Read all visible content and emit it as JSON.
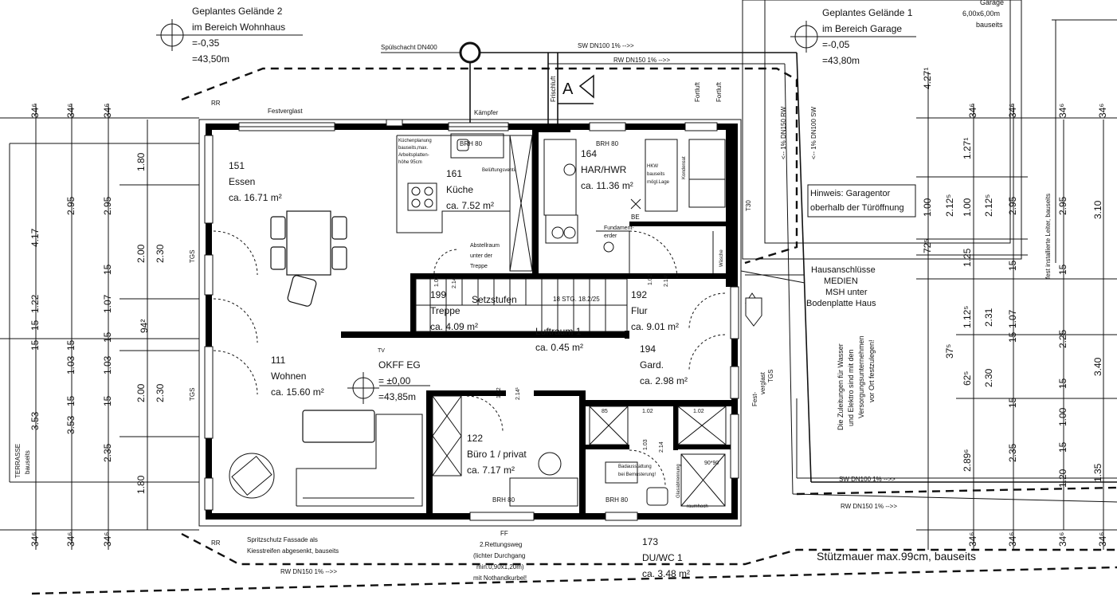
{
  "levels": {
    "wohnhaus": {
      "title": "Geplantes Gelände 2",
      "subtitle": "im Bereich Wohnhaus",
      "rel": "=-0,35",
      "abs": "=43,50m"
    },
    "garage": {
      "title": "Geplantes Gelände 1",
      "subtitle": "im Bereich Garage",
      "rel": "=-0,05",
      "abs": "=43,80m"
    },
    "okff": {
      "title": "OKFF EG",
      "rel": "= ±0,00",
      "abs": "=43,85m"
    }
  },
  "garage_note": [
    "Garage",
    "6,00x6,00m",
    "bauseits"
  ],
  "pipes": {
    "spuelschacht": "Spülschacht DN400",
    "sw_top": "SW DN100 1%  -->>",
    "rw_top": "RW DN150 1%  -->>",
    "rw_vert": "<-- 1% DN150 RW",
    "sw_vert": "<-- 1% DN100 SW",
    "sw_bottom": "SW DN100 1%  -->>",
    "rw_bottom": "RW DN150 1%  -->>",
    "rw_bottom_left": "RW DN150 1%  -->>"
  },
  "rooms": {
    "essen": {
      "num": "151",
      "name": "Essen",
      "area": "ca. 16.71 m²"
    },
    "kueche": {
      "num": "161",
      "name": "Küche",
      "area": "ca. 7.52 m²"
    },
    "har": {
      "num": "164",
      "name": "HAR/HWR",
      "area": "ca. 11.36 m²"
    },
    "treppe": {
      "num": "199",
      "name": "Treppe",
      "area": "ca. 4.09 m²"
    },
    "luftraum": {
      "name": "Luftraum 1",
      "area": "ca. 0.45 m²"
    },
    "flur": {
      "num": "192",
      "name": "Flur",
      "area": "ca. 9.01 m²"
    },
    "gard": {
      "num": "194",
      "name": "Gard.",
      "area": "ca. 2.98 m²"
    },
    "wohnen": {
      "num": "111",
      "name": "Wohnen",
      "area": "ca. 15.60 m²"
    },
    "buero": {
      "num": "122",
      "name": "Büro 1 / privat",
      "area": "ca. 7.17 m²"
    },
    "duwc": {
      "num": "173",
      "name": "DU/WC 1",
      "area": "ca. 3.48 m²"
    }
  },
  "labels": {
    "festverglast_top": "Festverglast",
    "kaempfer": "Kämpfer",
    "rr": "RR",
    "kuechenplanung": [
      "Küchenplanung",
      "bauseits,max.",
      "Arbeitsplatten-",
      "höhe 95cm"
    ],
    "brh_80": "BRH 80",
    "frischluft": "Frischluft",
    "fortluft": "Fortluft",
    "section_a": "A",
    "abstellraum": [
      "Abstellraum",
      "unter der",
      "Treppe"
    ],
    "setzstufen": "Setzstufen",
    "stg": "18 STG. 18.2/25",
    "fundament": [
      "Fundament-",
      "erder"
    ],
    "be": "BE",
    "hkw": [
      "HKW",
      "bauseits",
      "mögl.Lage"
    ],
    "kondensat": "Kondensat",
    "hinweis": [
      "Hinweis: Garagentor",
      "oberhalb der Türöffnung"
    ],
    "hausanschluesse": [
      "Hausanschlüsse",
      "MEDIEN",
      "MSH unter",
      "Bodenplatte Haus"
    ],
    "zuleitungen": [
      "Die Zuleitungen für Wasser",
      "und Elektro sind mit den",
      "Versorgungsunternehmen",
      "vor Ort festzulegen!"
    ],
    "fest_verglast": [
      "Fest-",
      "verglast",
      "TGS"
    ],
    "tgs": "TGS",
    "t30": "T30",
    "tv": "TV",
    "ff": "FF",
    "rettungsweg": [
      "2.Rettungsweg",
      "(lichter Durchgang",
      "min.0,90x1,20m)",
      "mit Nothandkurbel!"
    ],
    "spritzschutz": [
      "Spritzschutz Fassade als",
      "Kiesstreifen abgesenkt, bauseits"
    ],
    "stuetzmauer": "Stützmauer max.99cm, bauseits",
    "terrasse": [
      "TERRASSE",
      "bauseits"
    ],
    "leiter": "fest installierte Leiter, bauseits",
    "badausstattung": [
      "Badausstattung",
      "bei Bemusterung!"
    ],
    "duschtasse": "90*90",
    "waesche": "Wäsche",
    "gaestewc": "Glasabtrennung",
    "raumhoch": "raumhoch",
    "belueftung": "Belüftungsventil"
  },
  "dimensions": {
    "left_outer": [
      "4.17",
      "1.22",
      "15",
      "3.53"
    ],
    "left_mid": [
      "2.95",
      "15",
      "1.03",
      "15",
      "3.53"
    ],
    "left_inner": [
      "2.95",
      "1.07",
      "1.03",
      "2.35"
    ],
    "left_axis": [
      "1.80",
      "2.00",
      "2.30",
      "94²",
      "2.00",
      "2.30",
      "1.80"
    ],
    "left_ticks": [
      "15",
      "15",
      "15",
      "15"
    ],
    "right_a": [
      "4.27¹",
      "2.12⁵",
      "1.00",
      "72⁵",
      "37⁵",
      "62⁵",
      "2.89⁶"
    ],
    "right_b": [
      "1.27¹",
      "1.00",
      "2.12⁵",
      "1.25",
      "1.12⁵",
      "2.30",
      "2.31"
    ],
    "right_c": [
      "2.95",
      "1.07",
      "15",
      "15",
      "15",
      "2.35"
    ],
    "right_d": [
      "2.95",
      "15",
      "2.25",
      "15",
      "1.00",
      "15",
      "1.20"
    ],
    "right_e": [
      "3.10",
      "3.40",
      "1.35"
    ],
    "corners": "34⁶",
    "door_small": [
      "1.02",
      "2.14¹",
      "1.02",
      "2.14¹",
      "1.02",
      "2.14",
      "1.02",
      "2.14",
      "85",
      "1.02",
      "1.03",
      "1.02",
      "2.14"
    ]
  },
  "icons": [
    "level-marker-icon",
    "section-arrow-icon",
    "entry-arrow-icon",
    "spuelschacht-icon"
  ]
}
